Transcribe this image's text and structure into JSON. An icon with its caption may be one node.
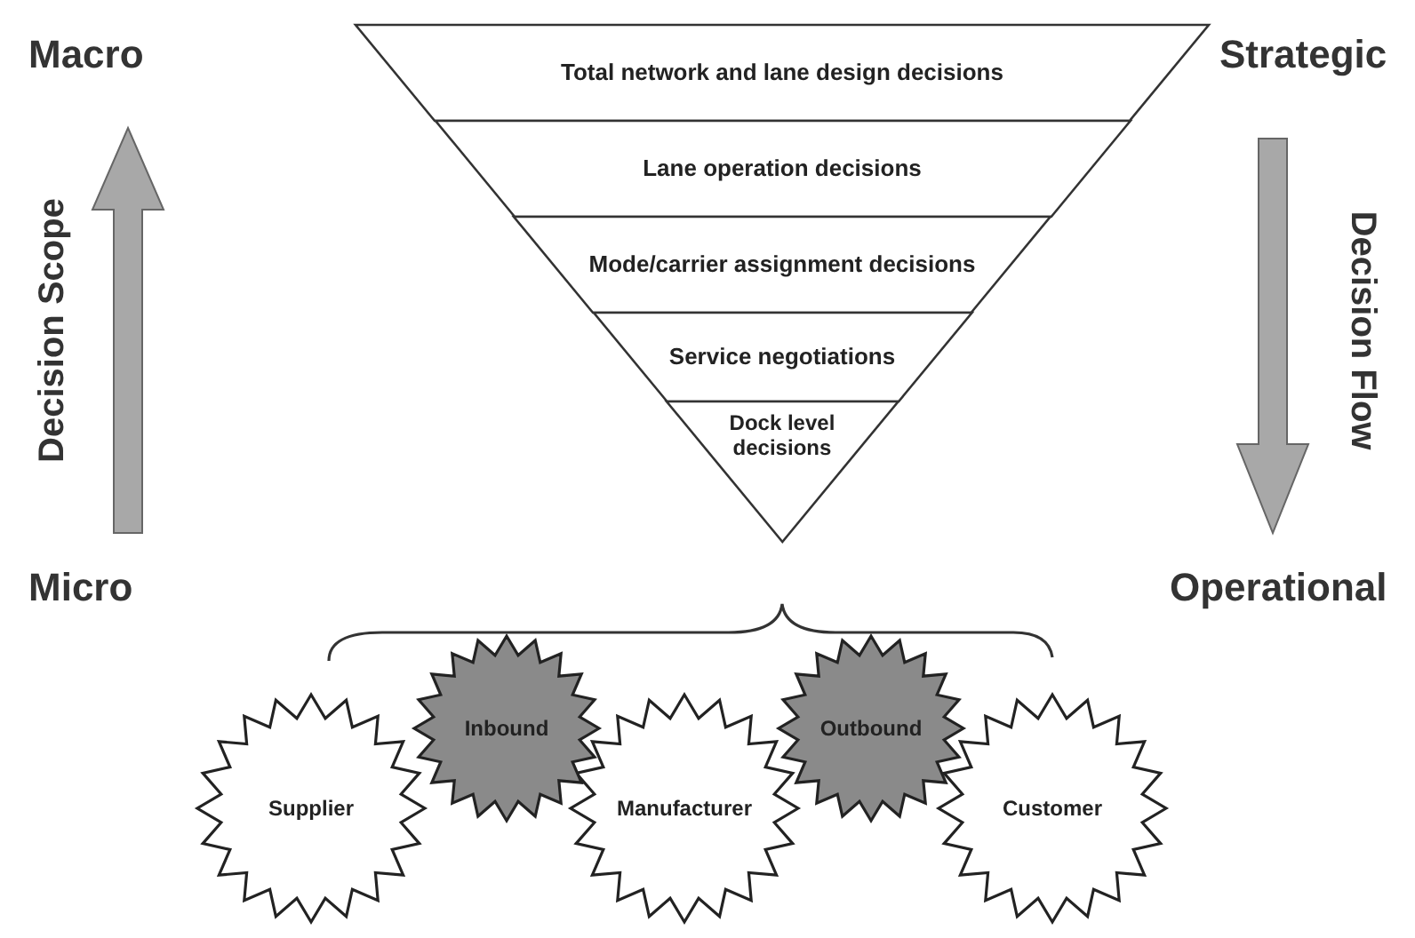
{
  "diagram": {
    "nodes": [
      {
        "text": [
          "Total network and lane design decisions"
        ]
      },
      {
        "text": [
          "Lane operation decisions"
        ]
      },
      {
        "text": [
          "Mode/carrier assignment decisions"
        ]
      },
      {
        "text": [
          "Service negotiations"
        ]
      },
      {
        "text": [
          "Dock level decisions"
        ]
      },
      {
        "text": [
          "Supplier"
        ]
      },
      {
        "text": [
          "Inbound"
        ]
      },
      {
        "text": [
          "Manufacturer"
        ]
      },
      {
        "text": [
          "Outbound"
        ]
      },
      {
        "text": [
          "Customer"
        ]
      }
    ],
    "edges": [],
    "labels": [
      "Macro",
      "Strategic",
      "Decision Scope",
      "Decision Flow",
      "Micro",
      "Operational"
    ]
  }
}
